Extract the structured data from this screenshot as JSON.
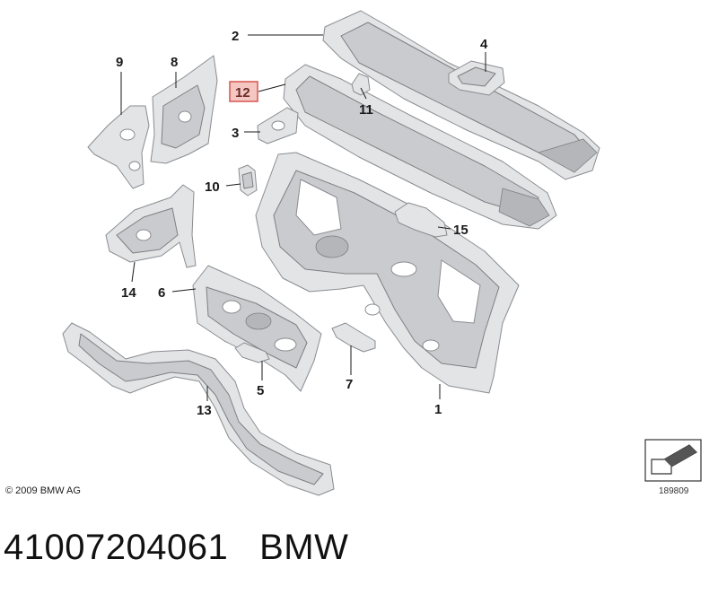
{
  "diagram": {
    "callouts": {
      "c1": "1",
      "c2": "2",
      "c3": "3",
      "c4": "4",
      "c5": "5",
      "c6": "6",
      "c7": "7",
      "c8": "8",
      "c9": "9",
      "c10": "10",
      "c11": "11",
      "c12": "12",
      "c13": "13",
      "c14": "14",
      "c15": "15"
    },
    "highlighted_callout": "12",
    "highlight_color": "#d9534f",
    "highlight_fill": "#f4c7c3"
  },
  "footer": {
    "copyright": "© 2009 BMW AG",
    "image_ref": "189809",
    "part_number": "41007204061",
    "brand": "BMW"
  }
}
